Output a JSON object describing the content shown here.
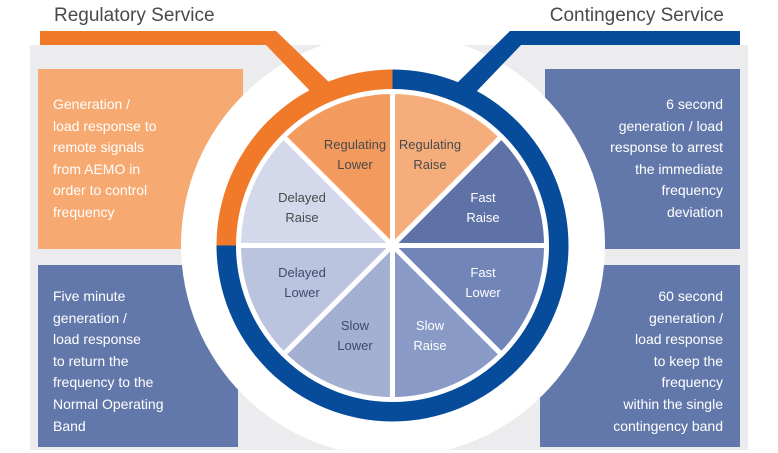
{
  "headers": {
    "left": "Regulatory Service",
    "right": "Contingency Service"
  },
  "colors": {
    "orange": "#f07a2a",
    "light_orange": "#f6a970",
    "dark_blue": "#064c9a",
    "slate_blue": "#6378aa",
    "gray_panel": "#ececee"
  },
  "descriptions": {
    "regulatory": [
      "Generation /",
      "load response to",
      "remote signals",
      "from AEMO in",
      "order to control",
      "frequency"
    ],
    "delayed": [
      "Five minute",
      "generation /",
      "load response",
      "to return the",
      "frequency to the",
      "Normal Operating",
      "Band"
    ],
    "fast": [
      "6 second",
      "generation / load",
      "response to arrest",
      "the immediate",
      "frequency",
      "deviation"
    ],
    "slow": [
      "60 second",
      "generation /",
      "load response",
      "to keep the",
      "frequency",
      "within the single",
      "contingency band"
    ]
  },
  "segments": [
    {
      "id": "regulating-raise",
      "lines": [
        "Regulating",
        "Raise"
      ],
      "fill": "#f6ad7c",
      "text_color": "#4a4a4a"
    },
    {
      "id": "fast-raise",
      "lines": [
        "Fast",
        "Raise"
      ],
      "fill": "#5f72a8",
      "text_color": "#ffffff"
    },
    {
      "id": "fast-lower",
      "lines": [
        "Fast",
        "Lower"
      ],
      "fill": "#7285b8",
      "text_color": "#ffffff"
    },
    {
      "id": "slow-raise",
      "lines": [
        "Slow",
        "Raise"
      ],
      "fill": "#8a9ac6",
      "text_color": "#ffffff"
    },
    {
      "id": "slow-lower",
      "lines": [
        "Slow",
        "Lower"
      ],
      "fill": "#a3b0d2",
      "text_color": "#3e4a6e"
    },
    {
      "id": "delayed-lower",
      "lines": [
        "Delayed",
        "Lower"
      ],
      "fill": "#bac4de",
      "text_color": "#3e4a6e"
    },
    {
      "id": "delayed-raise",
      "lines": [
        "Delayed",
        "Raise"
      ],
      "fill": "#d3d9ea",
      "text_color": "#4a4a4a"
    },
    {
      "id": "regulating-lower",
      "lines": [
        "Regulating",
        "Lower"
      ],
      "fill": "#f39a5e",
      "text_color": "#4a4a4a"
    }
  ]
}
